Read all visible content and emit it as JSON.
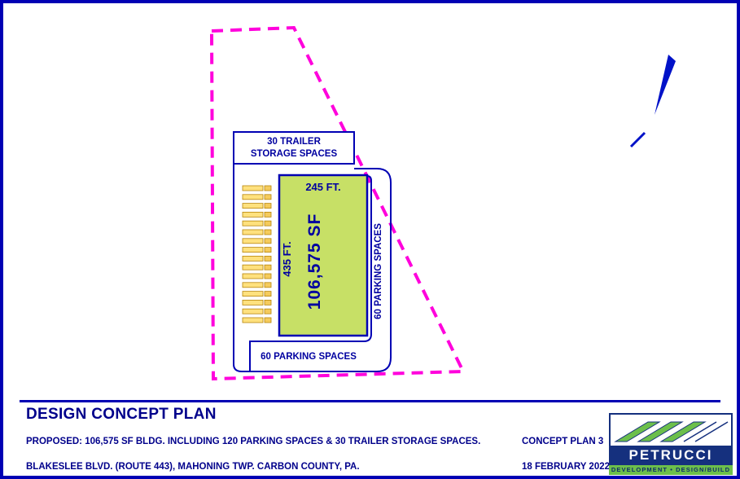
{
  "page": {
    "border_color": "#0000B4",
    "background_color": "#FFFFFF"
  },
  "plan": {
    "boundary_color": "#FF00DC",
    "line_color": "#0000B4",
    "trailer_storage": {
      "line1": "30 TRAILER",
      "line2": "STORAGE SPACES",
      "icon_rows": 16
    },
    "building": {
      "area_label": "106,575 SF",
      "width_label": "245 FT.",
      "depth_label": "435 FT.",
      "fill_color": "#C7E066"
    },
    "right_parking_label": "60 PARKING SPACES",
    "bottom_parking_label": "60 PARKING SPACES"
  },
  "titleblock": {
    "title": "DESIGN CONCEPT PLAN",
    "proposed": "PROPOSED: 106,575 SF BLDG. INCLUDING 120 PARKING SPACES & 30 TRAILER STORAGE SPACES.",
    "concept_plan": "CONCEPT PLAN 3",
    "address": "BLAKESLEE BLVD. (ROUTE 443), MAHONING TWP. CARBON COUNTY, PA.",
    "date": "18 FEBRUARY 2022"
  },
  "logo": {
    "name": "PETRUCCI",
    "tagline": "DEVELOPMENT • DESIGN/BUILD",
    "green": "#6CBF4B",
    "navy": "#15307E"
  }
}
